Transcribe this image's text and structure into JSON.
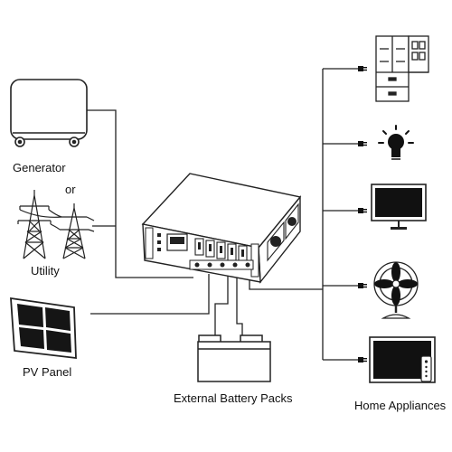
{
  "labels": {
    "generator": "Generator",
    "or": "or",
    "utility": "Utility",
    "pv_panel": "PV Panel",
    "battery": "External Battery Packs",
    "appliances": "Home Appliances"
  }
}
